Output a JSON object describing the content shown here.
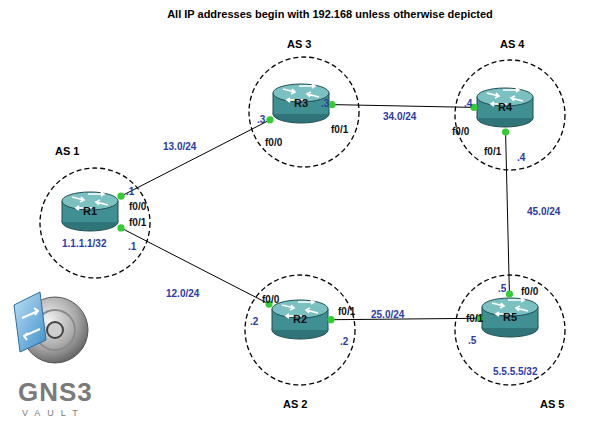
{
  "diagram": {
    "title": "All IP addresses begin with 192.168 unless otherwise depicted",
    "nodes": [
      {
        "text": [
          "AS 3"
        ]
      },
      {
        "text": [
          "R3"
        ],
        "in": 0
      },
      {
        "text": [
          "AS 4"
        ]
      },
      {
        "text": [
          "R4"
        ],
        "in": 2
      },
      {
        "text": [
          "AS 1"
        ]
      },
      {
        "text": [
          "R1"
        ],
        "in": 4
      },
      {
        "text": [
          "AS 2"
        ]
      },
      {
        "text": [
          "R2"
        ],
        "in": 6
      },
      {
        "text": [
          "AS 5"
        ]
      },
      {
        "text": [
          "R5"
        ],
        "in": 8
      }
    ],
    "edges": [
      {
        "from": 5,
        "to": 1,
        "arrow": "none",
        "label": "13.0/24"
      },
      {
        "from": 5,
        "to": 7,
        "arrow": "none",
        "label": "12.0/24"
      },
      {
        "from": 1,
        "to": 3,
        "arrow": "none",
        "label": "34.0/24"
      },
      {
        "from": 3,
        "to": 9,
        "arrow": "none",
        "label": "45.0/24"
      },
      {
        "from": 7,
        "to": 9,
        "arrow": "none",
        "label": "25.0/24"
      }
    ],
    "labels": [
      ".3",
      "f0/0",
      ".3",
      "f0/1",
      ".4",
      "f0/0",
      "f0/1",
      ".4",
      ".1",
      "f0/0",
      "f0/1",
      ".1",
      "1.1.1.1/32",
      "f0/0",
      ".2",
      "f0/1",
      ".2",
      "f0/1",
      ".5",
      ".5",
      "f0/0",
      "5.5.5.5/32",
      "GNS3",
      "VAULT"
    ]
  }
}
